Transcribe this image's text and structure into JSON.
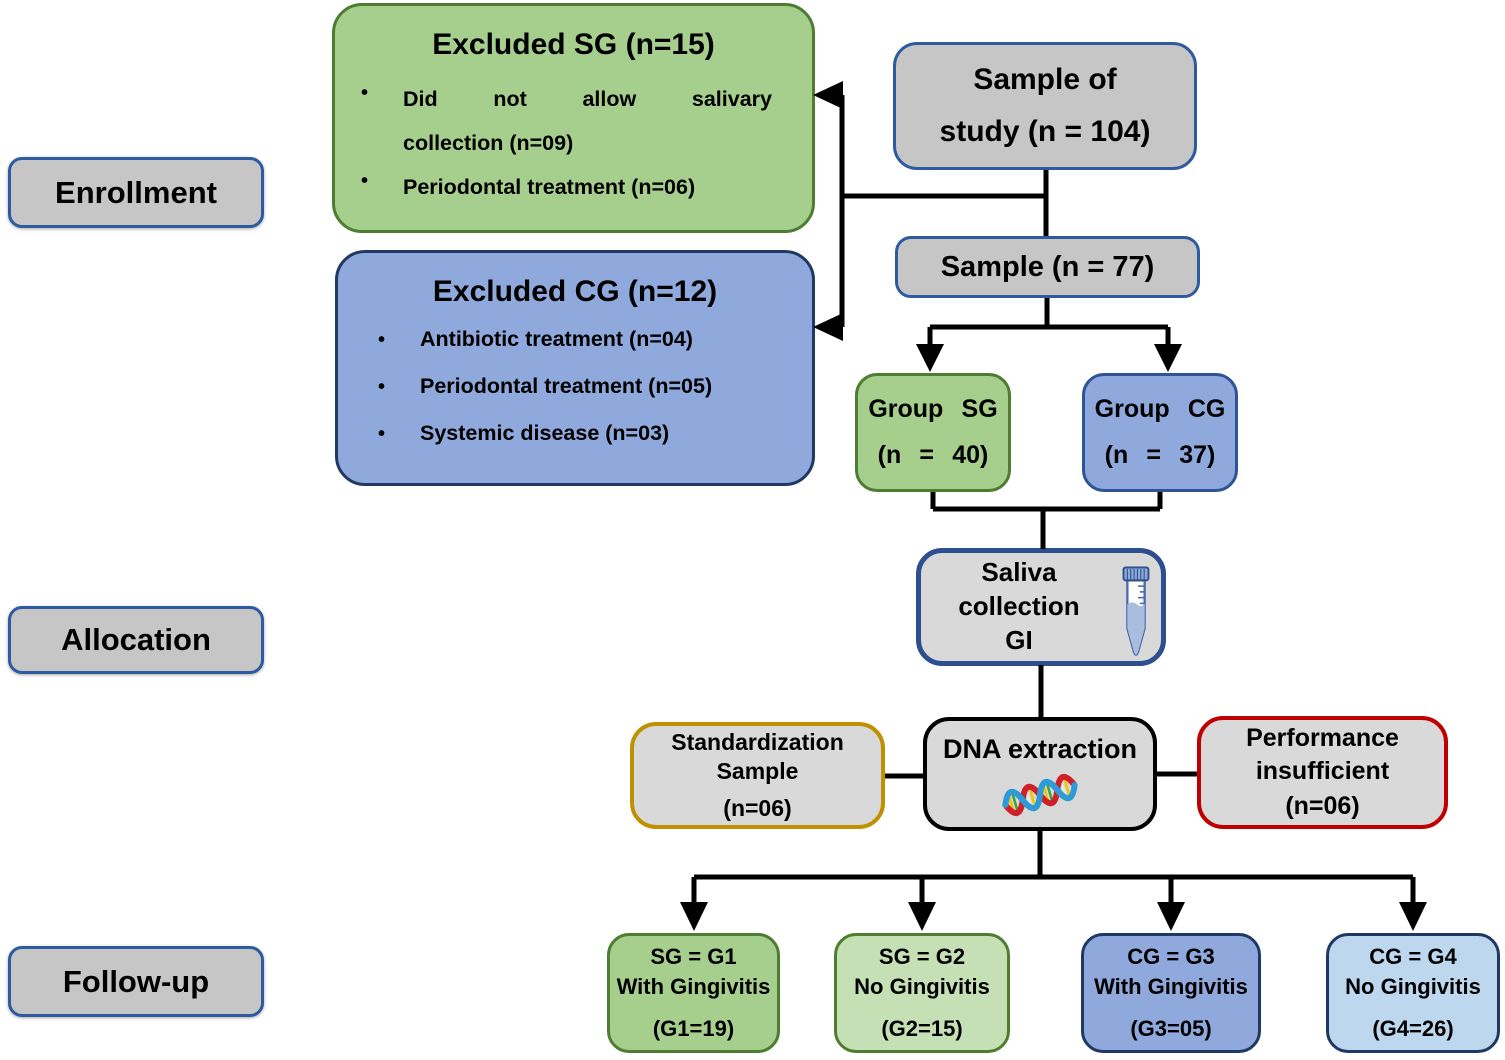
{
  "figure": {
    "type": "study-flow-diagram"
  },
  "glyphs": {
    "bullet": "•"
  },
  "stages": {
    "enrollment": "Enrollment",
    "allocation": "Allocation",
    "followup": "Follow-up"
  },
  "nodes": {
    "sample_of_study": {
      "text": "Sample of\nstudy (n = 104)"
    },
    "excluded_sg": {
      "title": "Excluded SG (n=15)",
      "bullet1": "Did not allow salivary\ncollection (n=09)",
      "bullet2": "Periodontal treatment (n=06)"
    },
    "excluded_cg": {
      "title": "Excluded CG (n=12)",
      "bullet1": "Antibiotic treatment (n=04)",
      "bullet2": "Periodontal treatment (n=05)",
      "bullet3": "Systemic disease (n=03)"
    },
    "sample": {
      "text": "Sample (n = 77)"
    },
    "group_sg": {
      "text": "Group SG\n(n = 40)"
    },
    "group_cg": {
      "text": "Group CG\n(n = 37)"
    },
    "saliva_collection": {
      "text": "Saliva\ncollection\nGI",
      "icon": "test-tube-icon"
    },
    "standardization": {
      "text": "Standardization\nSample\n(n=06)"
    },
    "dna_extraction": {
      "title": "DNA extraction",
      "icon": "dna-helix-icon"
    },
    "performance_insufficient": {
      "text": "Performance\ninsufficient\n(n=06)"
    },
    "g1": {
      "text": "SG = G1\nWith Gingivitis\n(G1=19)"
    },
    "g2": {
      "text": "SG = G2\nNo Gingivitis\n(G2=15)"
    },
    "g3": {
      "text": "CG = G3\nWith Gingivitis\n(G3=05)"
    },
    "g4": {
      "text": "CG = G4\nNo Gingivitis\n(G4=26)"
    }
  },
  "colors": {
    "green_fill": "#a6ce8c",
    "green_border": "#4e7c31",
    "green_light_fill": "#c5e0b4",
    "blue_fill": "#8fa9dc",
    "blue_dark_border": "#1f3864",
    "blue_mid_border": "#2f5496",
    "blue_light_fill": "#bdd7ee",
    "gray_fill": "#c6c6c6",
    "gray_process_fill": "#d9d9d9",
    "grayblue_border": "#2e5b9f",
    "gold_border": "#bf9000",
    "red_border": "#c00000",
    "line": "#000000"
  }
}
